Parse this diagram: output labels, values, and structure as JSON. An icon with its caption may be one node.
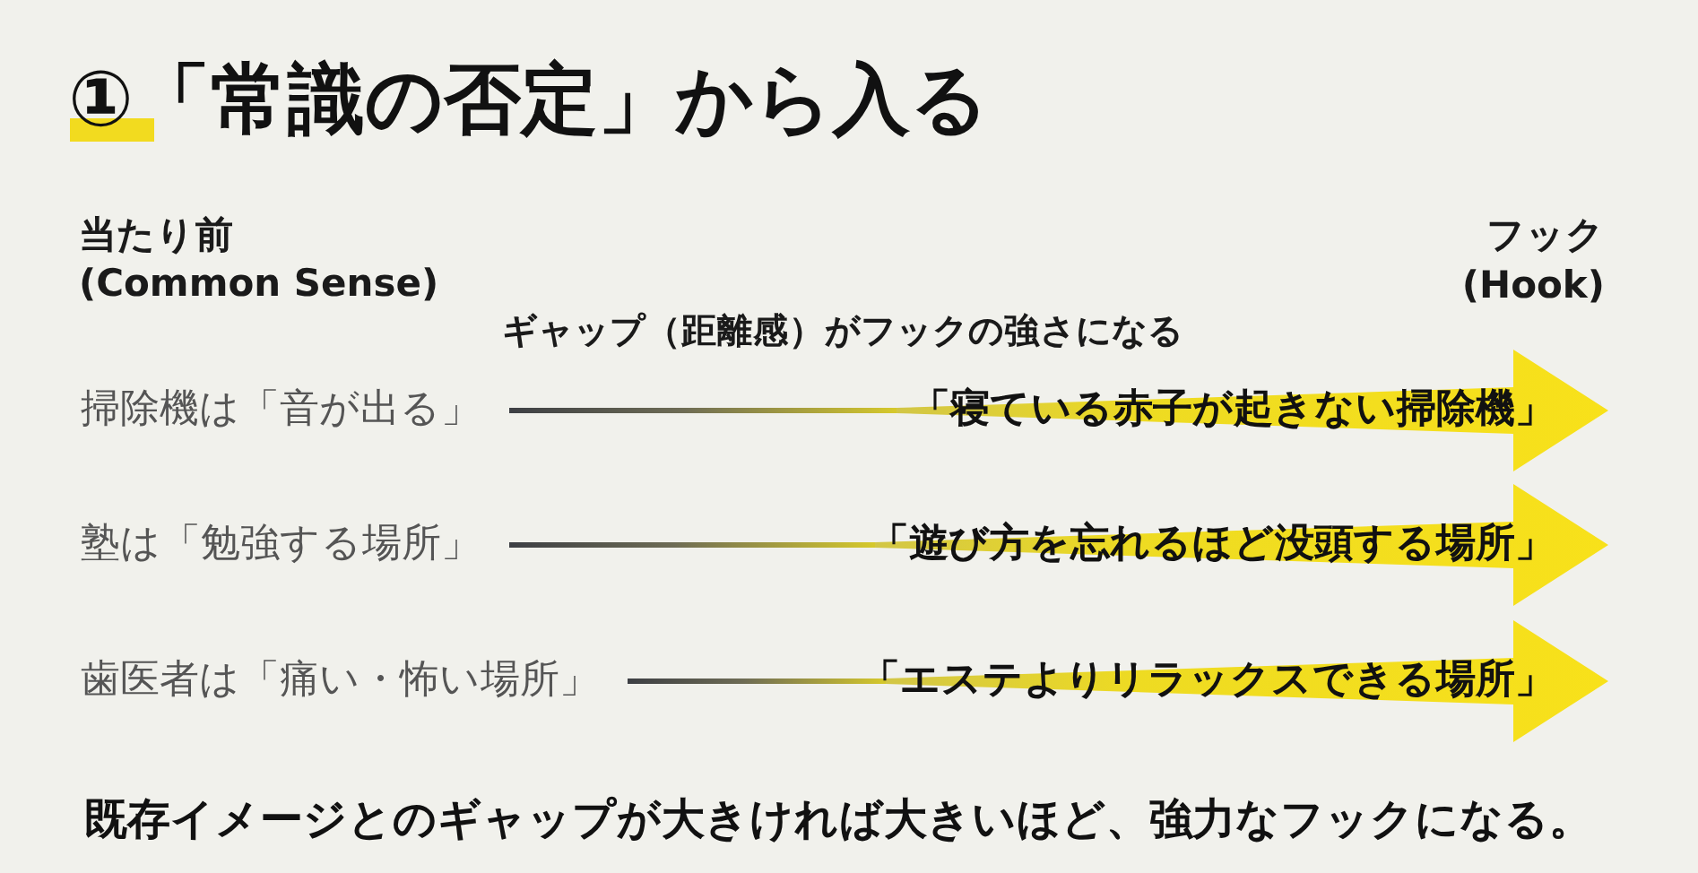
{
  "diagram": {
    "title": "①「常識の否定」から入る",
    "nodes": [
      {
        "text": [
          "掃除機は「音が出る」"
        ]
      },
      {
        "text": [
          "「寝ている赤子が起きない掃除機」"
        ]
      },
      {
        "text": [
          "塾は「勉強する場所」"
        ]
      },
      {
        "text": [
          "「遊び方を忘れるほど没頭する場所」"
        ]
      },
      {
        "text": [
          "歯医者は「痛い・怖い場所」"
        ]
      },
      {
        "text": [
          "「エステよりリラックスできる場所」"
        ]
      }
    ],
    "edges": [
      {
        "from": 0,
        "to": 1,
        "arrow": "none"
      },
      {
        "from": 2,
        "to": 3,
        "arrow": "none"
      },
      {
        "from": 4,
        "to": 5,
        "arrow": "none"
      }
    ],
    "labels": [
      "当たり前",
      "(Common Sense)",
      "フック",
      "(Hook)",
      "ギャップ（距離感）がフックの強さになる",
      "既存イメージとのギャップが大きければ大きいほど、強力なフックになる。"
    ]
  }
}
